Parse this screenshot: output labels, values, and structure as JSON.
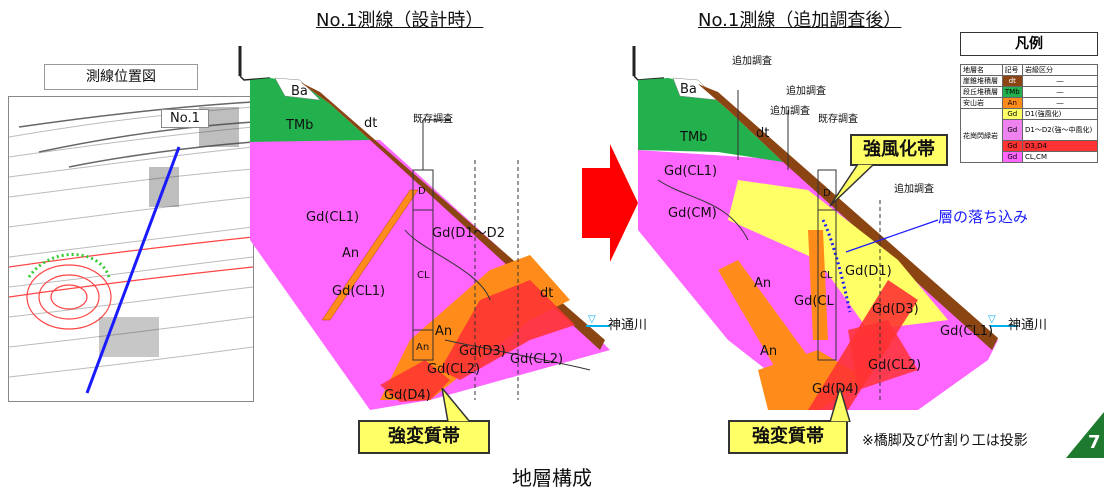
{
  "left_map": {
    "title": "測線位置図",
    "line_label": "No.1"
  },
  "left_section": {
    "title": "No.1測線（設計時）",
    "labels": {
      "ba": "Ba",
      "tmb": "TMb",
      "dt_top": "dt",
      "dt_right": "dt",
      "existing": "既存調査",
      "gd_cl1_a": "Gd(CL1)",
      "an_a": "An",
      "gd_cl1_b": "Gd(CL1)",
      "d_box": "D",
      "cl_box": "CL",
      "gd_d1d2": "Gd(D1～D2",
      "an_b": "An",
      "an_box": "An",
      "gd_d3": "Gd(D3)",
      "gd_cl2": "Gd(CL2)",
      "gd_cl2b": "Gd(CL2)",
      "gd_d4": "Gd(D4)"
    },
    "river": "神通川",
    "callout": "強変質帯"
  },
  "right_section": {
    "title": "No.1測線（追加調査後）",
    "labels": {
      "add1": "追加調査",
      "add2": "追加調査",
      "add3": "追加調査",
      "add4": "追加調査",
      "existing": "既存調査",
      "ba": "Ba",
      "tmb": "TMb",
      "dt": "dt",
      "gd_cl1": "Gd(CL1)",
      "gd_cm": "Gd(CM)",
      "gd_d1": "Gd(D1)",
      "gd_cl": "Gd(CL",
      "gd_d3": "Gd(D3)",
      "gd_cl1_r": "Gd(CL1)",
      "an_a": "An",
      "an_b": "An",
      "gd_cl2": "Gd(CL2)",
      "gd_d4": "Gd(D4)",
      "d_box": "D",
      "cl_box": "CL"
    },
    "weathered_callout": "強風化帯",
    "layer_drop": "層の落ち込み",
    "river": "神通川",
    "callout": "強変質帯",
    "note": "※橋脚及び竹割り工は投影"
  },
  "legend": {
    "title": "凡例",
    "headers": [
      "地層名",
      "記号",
      "岩級区分"
    ],
    "rows": [
      {
        "name": "崖錐堆積層",
        "sym": "dt",
        "cls": "―",
        "color": "#8b4513"
      },
      {
        "name": "段丘堆積層",
        "sym": "TMb",
        "cls": "―",
        "color": "#22b14c"
      },
      {
        "name": "安山岩",
        "sym": "An",
        "cls": "―",
        "color": "#ff8c1a"
      },
      {
        "name": "花崗閃緑岩",
        "sym": "Gd",
        "cls": "D1(強風化)",
        "color": "#ffff66"
      },
      {
        "name": "",
        "sym": "Gd",
        "cls": "D1～D2(強～中風化)",
        "color": "#ee82ee"
      },
      {
        "name": "",
        "sym": "Gd",
        "cls": "D3,D4",
        "color": "#ff3333"
      },
      {
        "name": "",
        "sym": "Gd",
        "cls": "CL,CM",
        "color": "#ff66ff"
      }
    ]
  },
  "footer": {
    "caption": "地層構成",
    "page_number": "7"
  },
  "colors": {
    "gd": "#ff66ff",
    "tmb": "#22b14c",
    "an": "#ff8c1a",
    "red": "#ff3333",
    "yellow": "#ffff66",
    "dt": "#8b4513",
    "river": "#00b0f0",
    "arrow": "#ff0000"
  }
}
